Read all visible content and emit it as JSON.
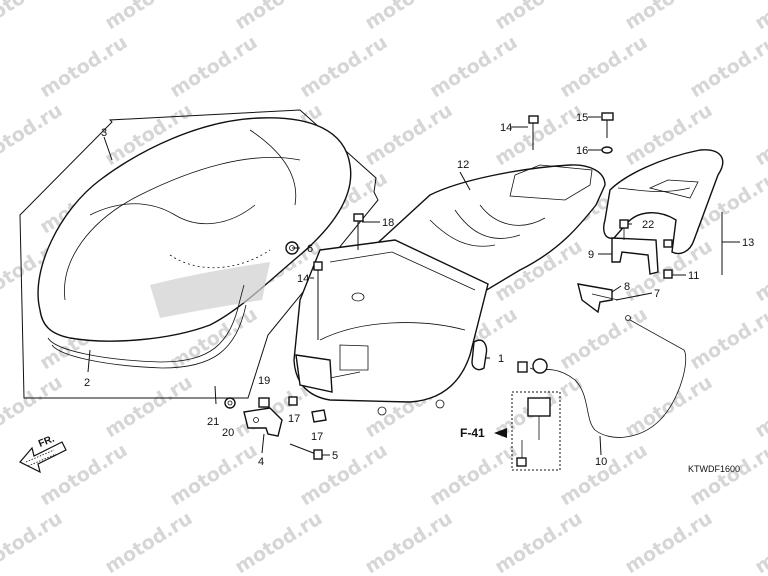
{
  "watermark": "motod.ru",
  "diagram_code": "KTWDF1600",
  "reference": "F-41",
  "direction_arrow": "FR.",
  "callouts": {
    "c1": "1",
    "c2": "2",
    "c3": "3",
    "c4": "4",
    "c5": "5",
    "c6": "6",
    "c7": "7",
    "c8": "8",
    "c9": "9",
    "c10": "10",
    "c11": "11",
    "c12": "12",
    "c13": "13",
    "c14a": "14",
    "c14b": "14",
    "c15": "15",
    "c16": "16",
    "c17a": "17",
    "c17b": "17",
    "c18": "18",
    "c19": "19",
    "c20": "20",
    "c21": "21",
    "c22": "22"
  }
}
